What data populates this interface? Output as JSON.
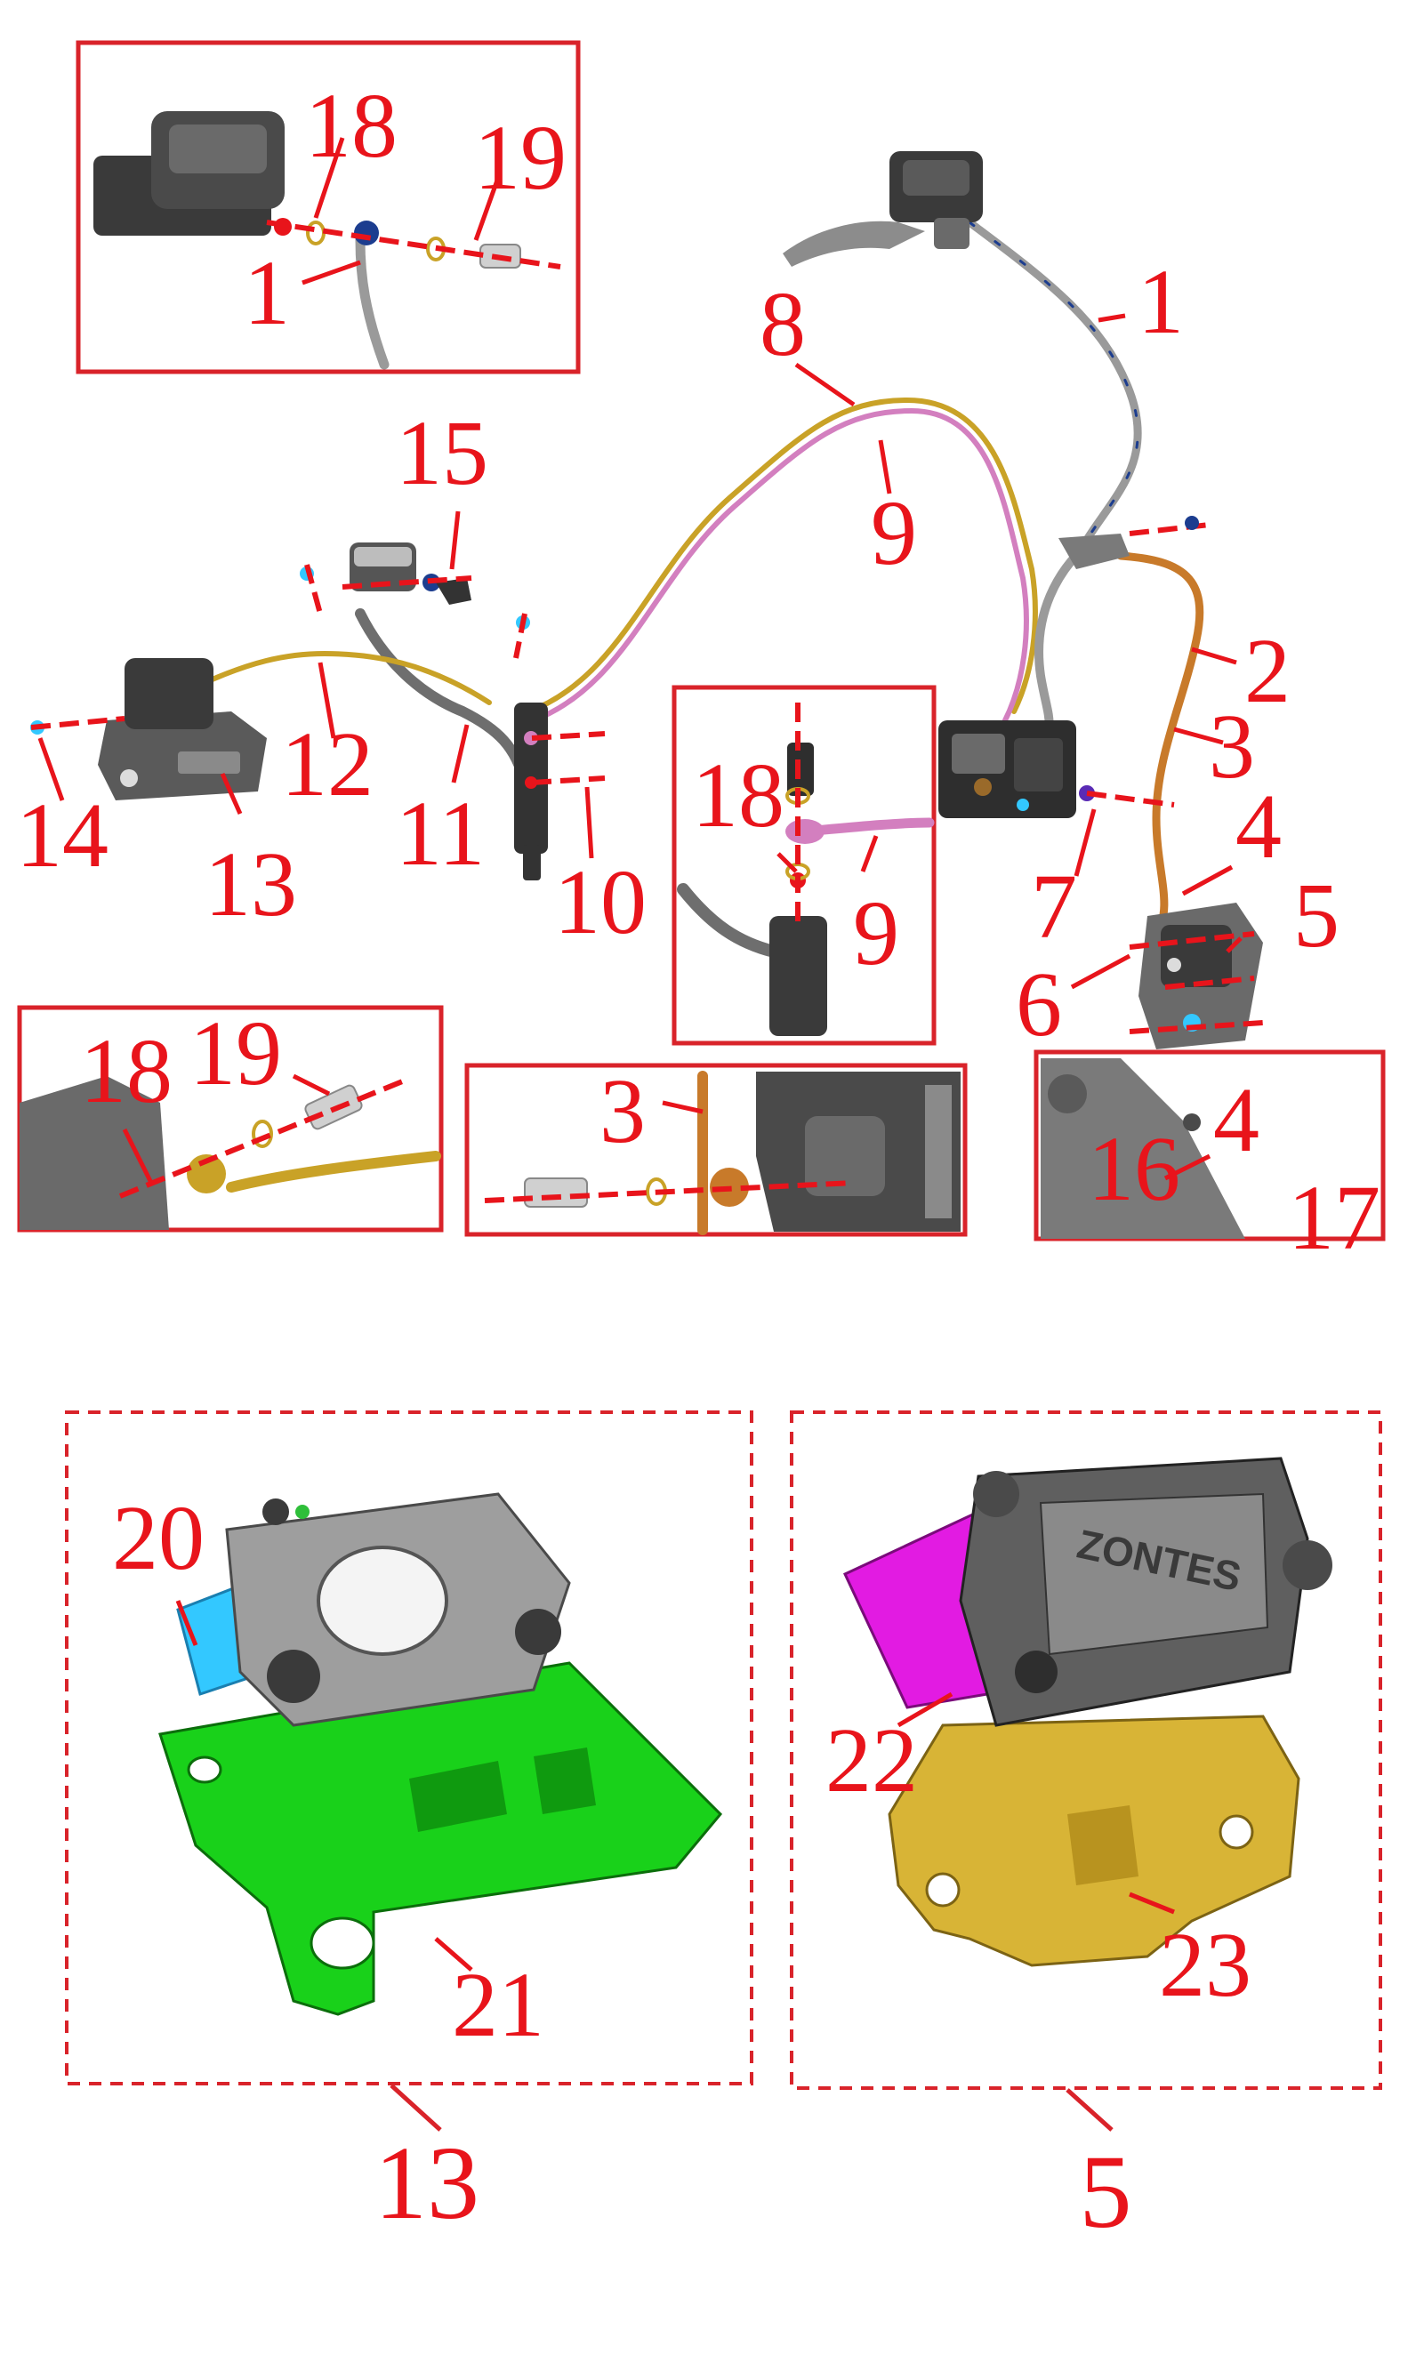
{
  "colors": {
    "label": "#e8141b",
    "frame": "#d9232a",
    "part_dark": "#3a3a3a",
    "part_grey": "#8c8c8c",
    "hose_grey": "#9a9a9a",
    "hose_gold": "#c9a227",
    "hose_pink": "#d37fbf",
    "hose_orange": "#c87a2a",
    "caliper_green": "#19d11a",
    "pad_cyan": "#33c8ff",
    "pad_magenta": "#e21be2",
    "bracket_gold": "#d8b436"
  },
  "callouts": [
    {
      "id": "1",
      "text": "1"
    },
    {
      "id": "2",
      "text": "2"
    },
    {
      "id": "3",
      "text": "3"
    },
    {
      "id": "4",
      "text": "4"
    },
    {
      "id": "5",
      "text": "5"
    },
    {
      "id": "6",
      "text": "6"
    },
    {
      "id": "7",
      "text": "7"
    },
    {
      "id": "8",
      "text": "8"
    },
    {
      "id": "9",
      "text": "9"
    },
    {
      "id": "10",
      "text": "10"
    },
    {
      "id": "11",
      "text": "11"
    },
    {
      "id": "12",
      "text": "12"
    },
    {
      "id": "13",
      "text": "13"
    },
    {
      "id": "14",
      "text": "14"
    },
    {
      "id": "15",
      "text": "15"
    },
    {
      "id": "16",
      "text": "16"
    },
    {
      "id": "17",
      "text": "17"
    },
    {
      "id": "18",
      "text": "18"
    },
    {
      "id": "19",
      "text": "19"
    },
    {
      "id": "20",
      "text": "20"
    },
    {
      "id": "21",
      "text": "21"
    },
    {
      "id": "22",
      "text": "22"
    },
    {
      "id": "23",
      "text": "23"
    }
  ],
  "brand_mark": "ZONTES"
}
